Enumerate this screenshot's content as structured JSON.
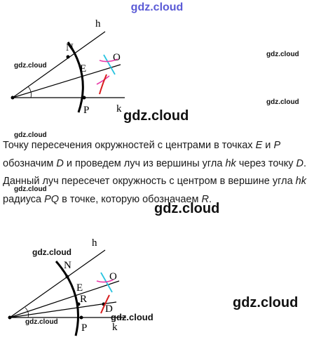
{
  "header": {
    "site_title": "gdz.cloud"
  },
  "watermarks": {
    "small": "gdz.cloud",
    "large": "gdz.cloud"
  },
  "figure1": {
    "labels": {
      "h": "h",
      "N": "N",
      "E": "E",
      "O": "O",
      "P": "P",
      "k": "k"
    }
  },
  "figure2": {
    "labels": {
      "h": "h",
      "N": "N",
      "E": "E",
      "R": "R",
      "O": "O",
      "D": "D",
      "P": "P",
      "k": "k"
    }
  },
  "paragraph": {
    "segments": [
      {
        "t": "Точку пересечения окружностей с центрами в точках ",
        "i": false
      },
      {
        "t": "E",
        "i": true
      },
      {
        "t": " и ",
        "i": false
      },
      {
        "t": "P",
        "i": true
      },
      {
        "t": " обозначим ",
        "i": false
      },
      {
        "t": "D",
        "i": true
      },
      {
        "t": " и проведем луч из вершины угла ",
        "i": false
      },
      {
        "t": "hk",
        "i": true
      },
      {
        "t": " через точку ",
        "i": false
      },
      {
        "t": "D",
        "i": true
      },
      {
        "t": ". Данный луч пересечет окружность с центром в вершине угла ",
        "i": false
      },
      {
        "t": "hk",
        "i": true
      },
      {
        "t": " радиуса ",
        "i": false
      },
      {
        "t": "PQ",
        "i": true
      },
      {
        "t": " в точке, которую обозначаем ",
        "i": false
      },
      {
        "t": "R",
        "i": true
      },
      {
        "t": ".",
        "i": false
      }
    ]
  },
  "colors": {
    "title": "#5b5bd6",
    "arc_cyan": "#29c4e0",
    "arc_pink": "#e83aa8",
    "arc_red": "#d81e1e"
  }
}
